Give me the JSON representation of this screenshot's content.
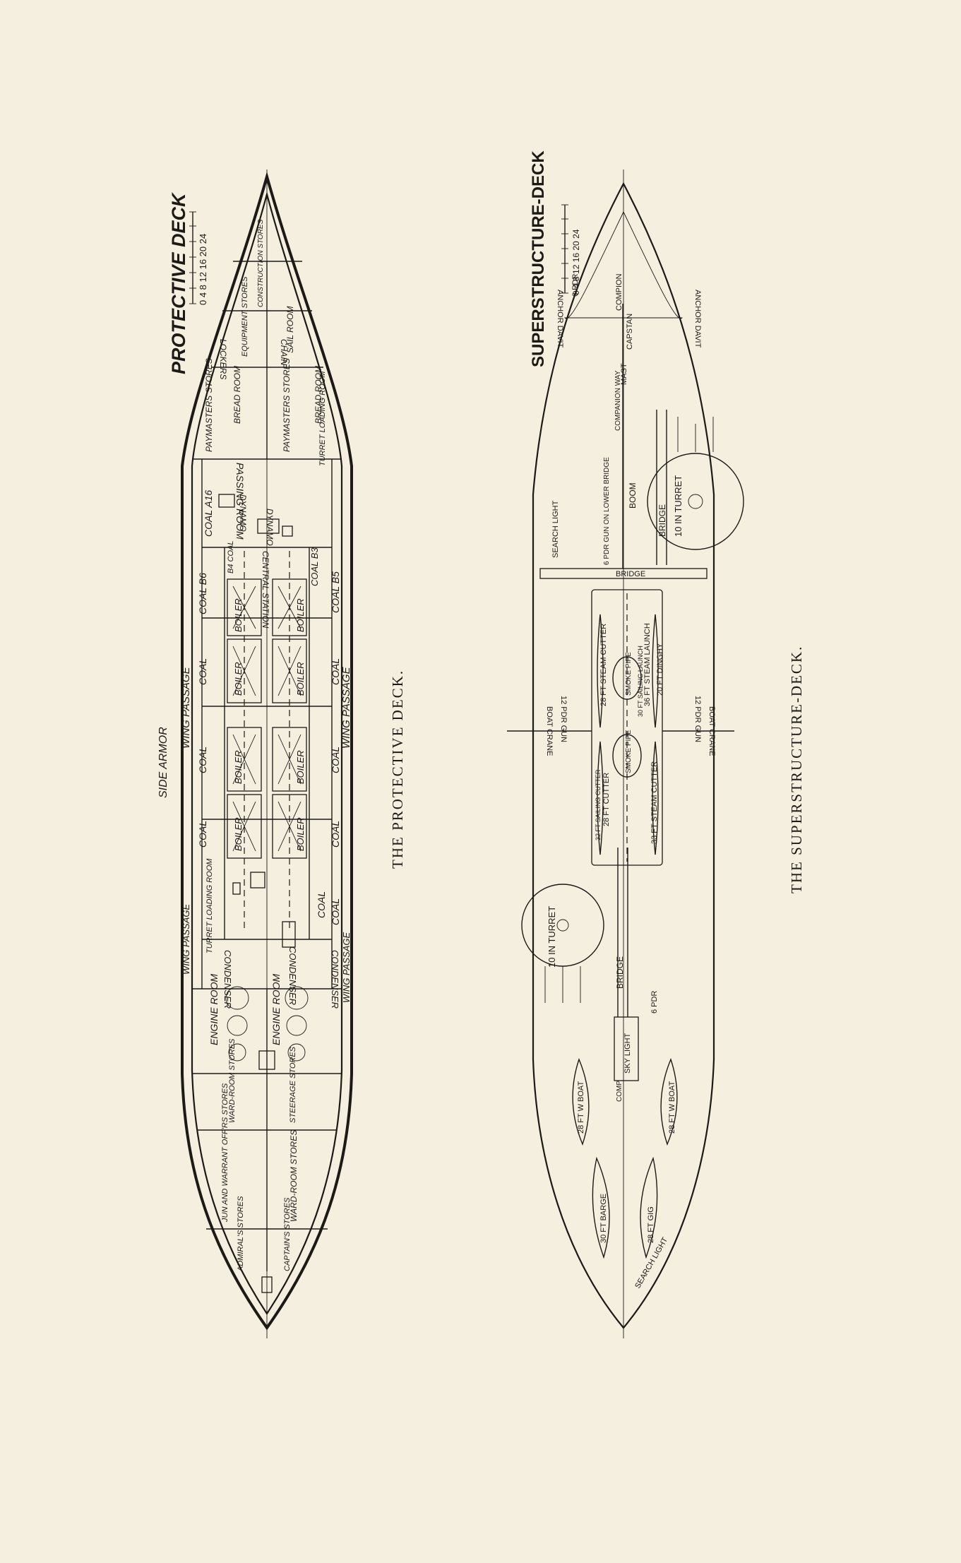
{
  "protective": {
    "title": "PROTECTIVE DECK",
    "scale": "0 4 8 12 16 20 24",
    "caption": "THE PROTECTIVE DECK.",
    "side_armor": "SIDE ARMOR",
    "wing_passage": "WING PASSAGE",
    "coal": "COAL",
    "boiler": "BOILER",
    "coal_a16": "COAL A16",
    "coal_b6": "COAL B6",
    "coal_b4": "B4 COAL",
    "coal_b3": "COAL B3",
    "coal_b5": "COAL B5",
    "passing_room": "PASSING ROOM",
    "dynamo": "DYNAMO",
    "central_station": "CENTRAL STATION",
    "turret_loading_room": "TURRET LOADING ROOM",
    "condenser": "CONDENSER",
    "engine_room": "ENGINE ROOM",
    "ward_room_stores": "WARD-ROOM STORES",
    "steerage_stores": "STEERAGE STORES",
    "jun_warrant": "JUN AND WARRANT OFF'RS STORES",
    "ward_room_stores2": "WARD-ROOM STORES",
    "admirals_stores": "ADMIRAL'S STORES",
    "captains_stores": "CAPTAIN'S STORES",
    "paymasters_stores": "PAYMASTERS STORES",
    "bread_room": "BREAD ROOM",
    "lockers": "LOCKERS",
    "chain": "CHAIN",
    "equipment_stores": "EQUIPMENT STORES",
    "sail_room": "SAIL ROOM",
    "construction_stores": "CONSTRUCTION STORES"
  },
  "superstructure": {
    "title": "SUPERSTRUCTURE-DECK",
    "scale": "0 4 8 12 16 20 24",
    "caption": "THE SUPERSTRUCTURE-DECK.",
    "anchor_davit": "ANCHOR DAVIT",
    "pdr": "6 PDR",
    "compion": "COMPION",
    "capstan": "CAPSTAN",
    "mast": "MAST",
    "comp": "COMP",
    "companion_way": "COMPANION WAY",
    "boom": "BOOM",
    "bridge": "BRIDGE",
    "turret_10": "10 IN TURRET",
    "search_light": "SEARCH LIGHT",
    "pdr_gun_lower_bridge": "6 PDR GUN ON LOWER BRIDGE",
    "steam_cutter_28": "28 FT STEAM CUTTER",
    "smoke_pipe": "SMOKE PIPE",
    "steam_launch": "36 FT STEAM LAUNCH",
    "dinghy": "20 FT DINGHY",
    "sailing_launch": "30 FT SAILING LAUNCH",
    "gun_12": "12 PDR GUN",
    "boat_crane": "BOAT CRANE",
    "sailing_cutter": "32 FT SAILING CUTTER",
    "cutter_28": "28 FT CUTTER",
    "steam_cutter_33": "33 FT STEAM CUTTER",
    "sky_light": "SKY LIGHT",
    "wboat_28": "28 FT W BOAT",
    "barge_30": "30 FT BARGE",
    "gig_28": "28 FT GIG",
    "search_light_aft": "SEARCH LIGHT"
  },
  "colors": {
    "paper": "#f4efdf",
    "ink": "#1d1a16"
  }
}
